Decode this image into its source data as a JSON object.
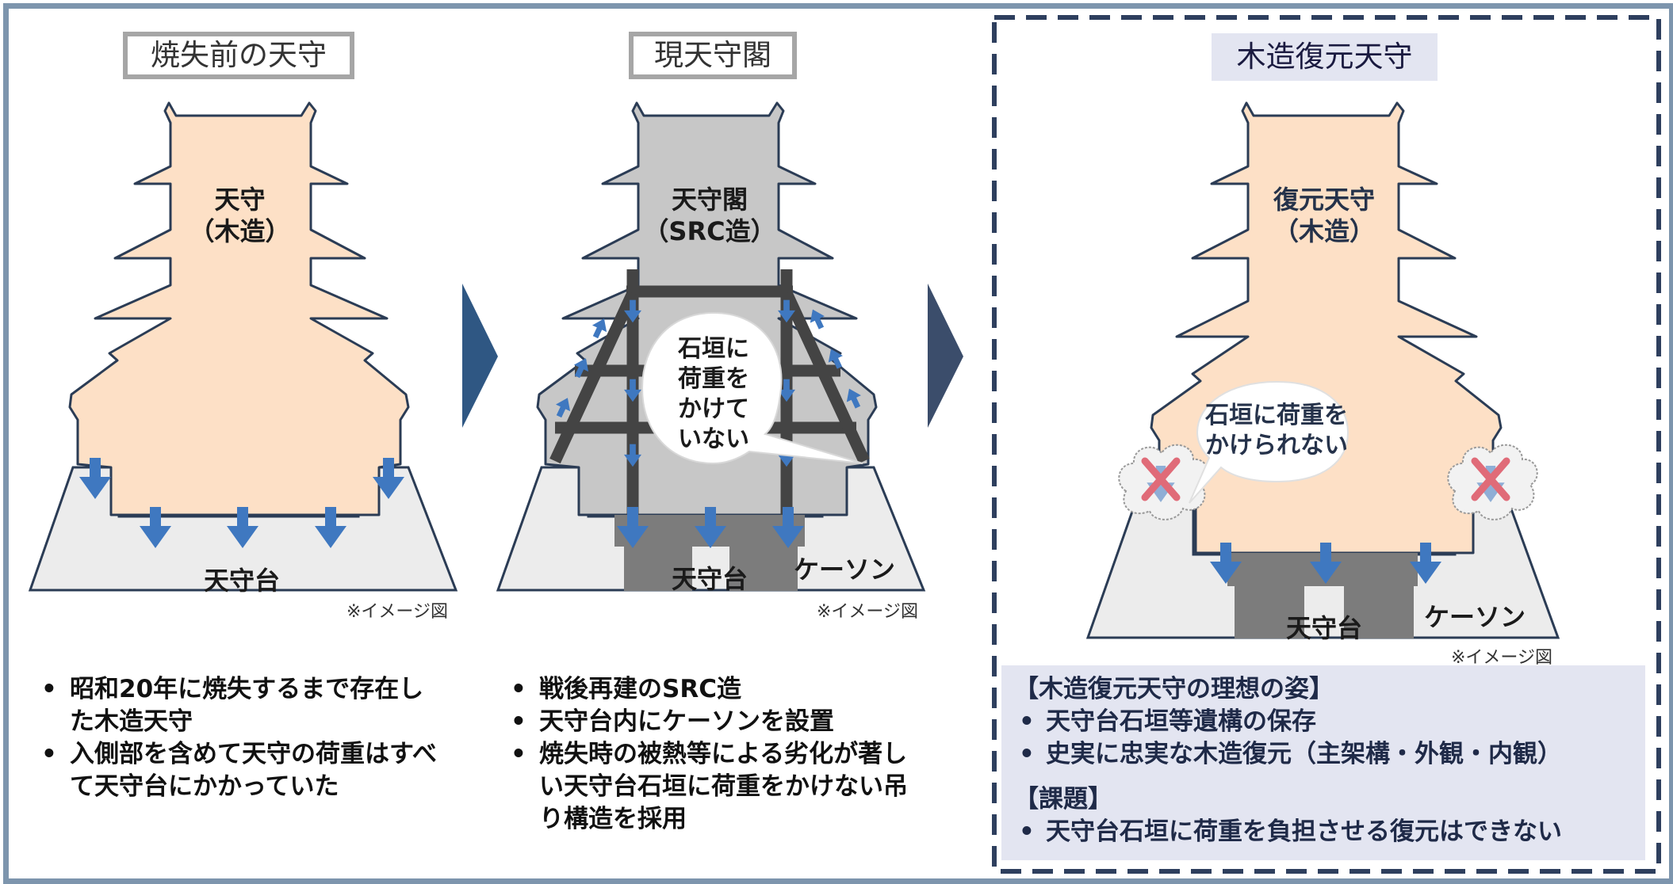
{
  "panels": [
    {
      "title": "焼失前の天守",
      "tower_label_line1": "天守",
      "tower_label_line2": "（木造）",
      "base_label": "天守台",
      "note": "※イメージ図",
      "bullets": [
        "昭和20年に焼失するまで存在した木造天守",
        "入側部を含めて天守の荷重はすべて天守台にかかっていた"
      ]
    },
    {
      "title": "現天守閣",
      "tower_label_line1": "天守閣",
      "tower_label_line2": "（SRC造）",
      "bubble_lines": [
        "石垣に",
        "荷重を",
        "かけて",
        "いない"
      ],
      "base_label": "天守台",
      "caisson_label": "ケーソン",
      "note": "※イメージ図",
      "bullets": [
        "戦後再建のSRC造",
        "天守台内にケーソンを設置",
        "焼失時の被熱等による劣化が著しい天守台石垣に荷重をかけない吊り構造を採用"
      ]
    },
    {
      "title": "木造復元天守",
      "tower_label_line1": "復元天守",
      "tower_label_line2": "（木造）",
      "bubble_lines": [
        "石垣に荷重を",
        "かけられない"
      ],
      "base_label": "天守台",
      "caisson_label": "ケーソン",
      "note": "※イメージ図",
      "ideal_heading": "【木造復元天守の理想の姿】",
      "ideal_items": [
        "天守台石垣等遺構の保存",
        "史実に忠実な木造復元（主架構・外観・内観）"
      ],
      "issue_heading": "【課題】",
      "issue_items": [
        "天守台石垣に荷重を負担させる復元はできない"
      ]
    }
  ],
  "colors": {
    "frame": "#7d95ad",
    "wood_tower": "#fde0c6",
    "concrete_tower": "#c7c7c7",
    "stone_base": "#ececec",
    "caisson": "#7c7c7c",
    "load_arrow": "#3f78c0",
    "chevron": "#3b4d6b",
    "dashed_border": "#2e3f5e",
    "highlight_box": "#e3e5f1",
    "cross_mark": "#e06b78"
  },
  "icons": [
    "chevron-right-icon",
    "down-arrow-icon",
    "cross-icon",
    "cloud-icon"
  ]
}
